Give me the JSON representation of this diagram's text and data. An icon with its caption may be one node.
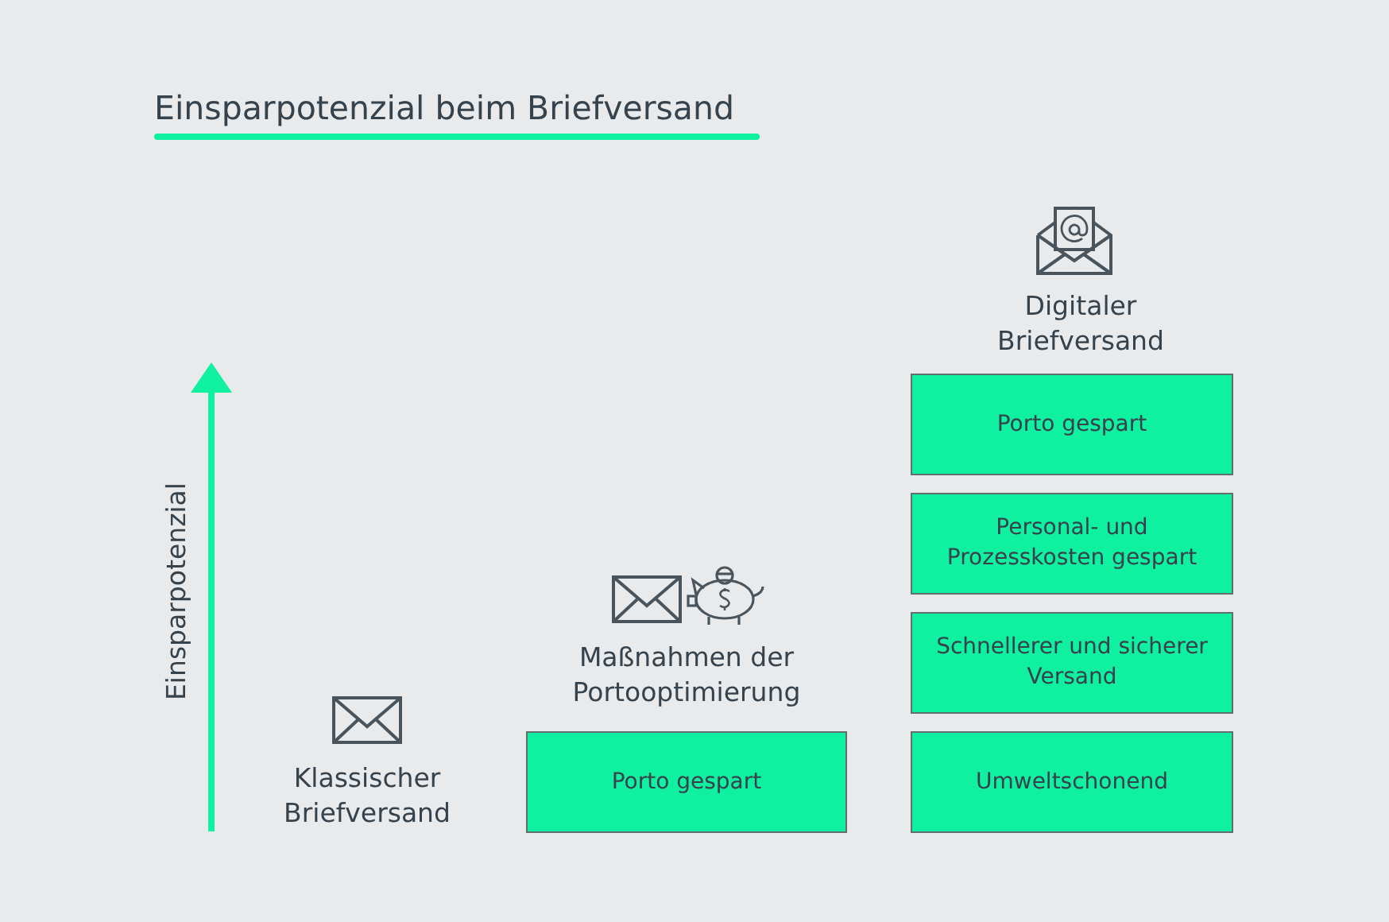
{
  "diagram": {
    "title": "Einsparpotenzial beim Briefversand",
    "nodes": [
      {
        "text": [
          "Porto gespart"
        ]
      },
      {
        "text": [
          "Porto gespart"
        ]
      },
      {
        "text": [
          "Personal- und Prozesskosten gespart"
        ]
      },
      {
        "text": [
          "Schnellerer und sicherer Versand"
        ]
      },
      {
        "text": [
          "Umweltschonend"
        ]
      }
    ],
    "labels": [
      "Einsparpotenzial",
      "Klassischer Briefversand",
      "Maßnahmen der Portooptimierung",
      "Digitaler Briefversand"
    ]
  }
}
